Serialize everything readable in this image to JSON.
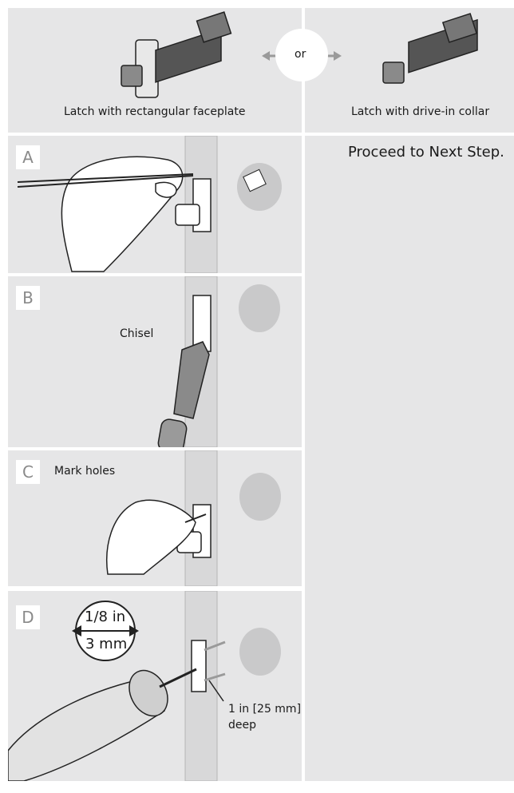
{
  "top": {
    "left_caption": "Latch with rectangular faceplate",
    "or_label": "or",
    "right_caption": "Latch with drive-in collar"
  },
  "steps": [
    {
      "letter": "A"
    },
    {
      "letter": "B",
      "label": "Chisel"
    },
    {
      "letter": "C",
      "label": "Mark holes"
    },
    {
      "letter": "D",
      "size_in": "1/8 in",
      "size_mm": "3 mm",
      "depth_line1": "1 in [25 mm]",
      "depth_line2": "deep"
    }
  ],
  "right_note": "Proceed to Next Step."
}
